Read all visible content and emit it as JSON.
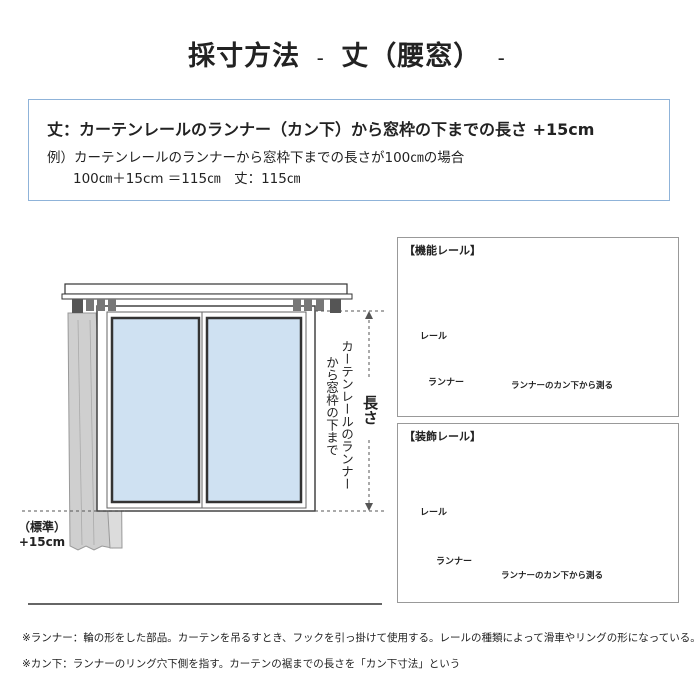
{
  "title": {
    "main": "採寸方法",
    "dash_left": "-",
    "sub": "丈（腰窓）",
    "dash_right": "-"
  },
  "formula": {
    "main": "丈：カーテンレールのランナー（カン下）から窓枠の下までの長さ +15cm",
    "example_line1": "例）カーテンレールのランナーから窓枠下までの長さが100㎝の場合",
    "example_line2": "100㎝＋15cm ＝115㎝　丈：115㎝"
  },
  "diagram": {
    "measure_desc": "カーテンレールのランナーから窓枠の下まで",
    "measure_desc_col1": "カーテンレールのランナー",
    "measure_desc_col2": "から窓枠の下まで",
    "length_label": "長さ",
    "hem_label_line1": "（標準）",
    "hem_label_line2": "+15cm"
  },
  "panels": {
    "functional": {
      "title": "【機能レール】",
      "rail": "レール",
      "runner": "ランナー",
      "measure": "ランナーのカン下から測る"
    },
    "decorative": {
      "title": "【装飾レール】",
      "rail": "レール",
      "runner": "ランナー",
      "measure": "ランナーのカン下から測る"
    }
  },
  "notes": {
    "runner": "※ランナー：輪の形をした部品。カーテンを吊るすとき、フックを引っ掛けて使用する。レールの種類によって滑車やリングの形になっている。",
    "kanshita": "※カン下：ランナーのリング穴下側を指す。カーテンの裾までの長さを「カン下寸法」という"
  },
  "colors": {
    "box_border": "#8fb3d9",
    "glass": "#cfe1f2",
    "curtain": "#cfcfcf",
    "arrow": "#6b6b6b"
  }
}
